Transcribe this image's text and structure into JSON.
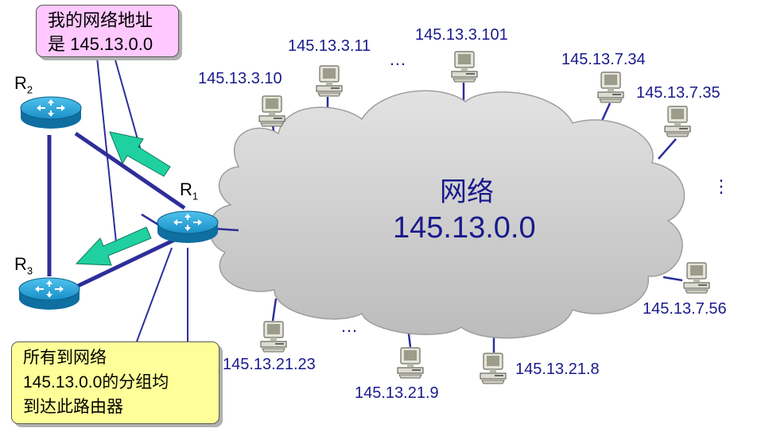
{
  "routers": {
    "r1": {
      "letter": "R",
      "sub": "1"
    },
    "r2": {
      "letter": "R",
      "sub": "2"
    },
    "r3": {
      "letter": "R",
      "sub": "3"
    }
  },
  "callouts": {
    "top": {
      "line1": "我的网络地址",
      "line2": "是 145.13.0.0"
    },
    "bottom": {
      "line1": "所有到网络",
      "line2": "145.13.0.0的分组均",
      "line3": "到达此路由器"
    }
  },
  "network": {
    "name": "网络",
    "address": "145.13.0.0"
  },
  "hosts": [
    "145.13.3.10",
    "145.13.3.11",
    "145.13.3.101",
    "145.13.7.34",
    "145.13.7.35",
    "145.13.7.56",
    "145.13.21.8",
    "145.13.21.9",
    "145.13.21.23"
  ],
  "ellipsis": [
    "…",
    "⋮",
    "…"
  ],
  "colors": {
    "link": "#2e2e9a",
    "arrow": "#20d0a0",
    "cloud": "#c8c8c8",
    "router": "#1fa3d9"
  }
}
